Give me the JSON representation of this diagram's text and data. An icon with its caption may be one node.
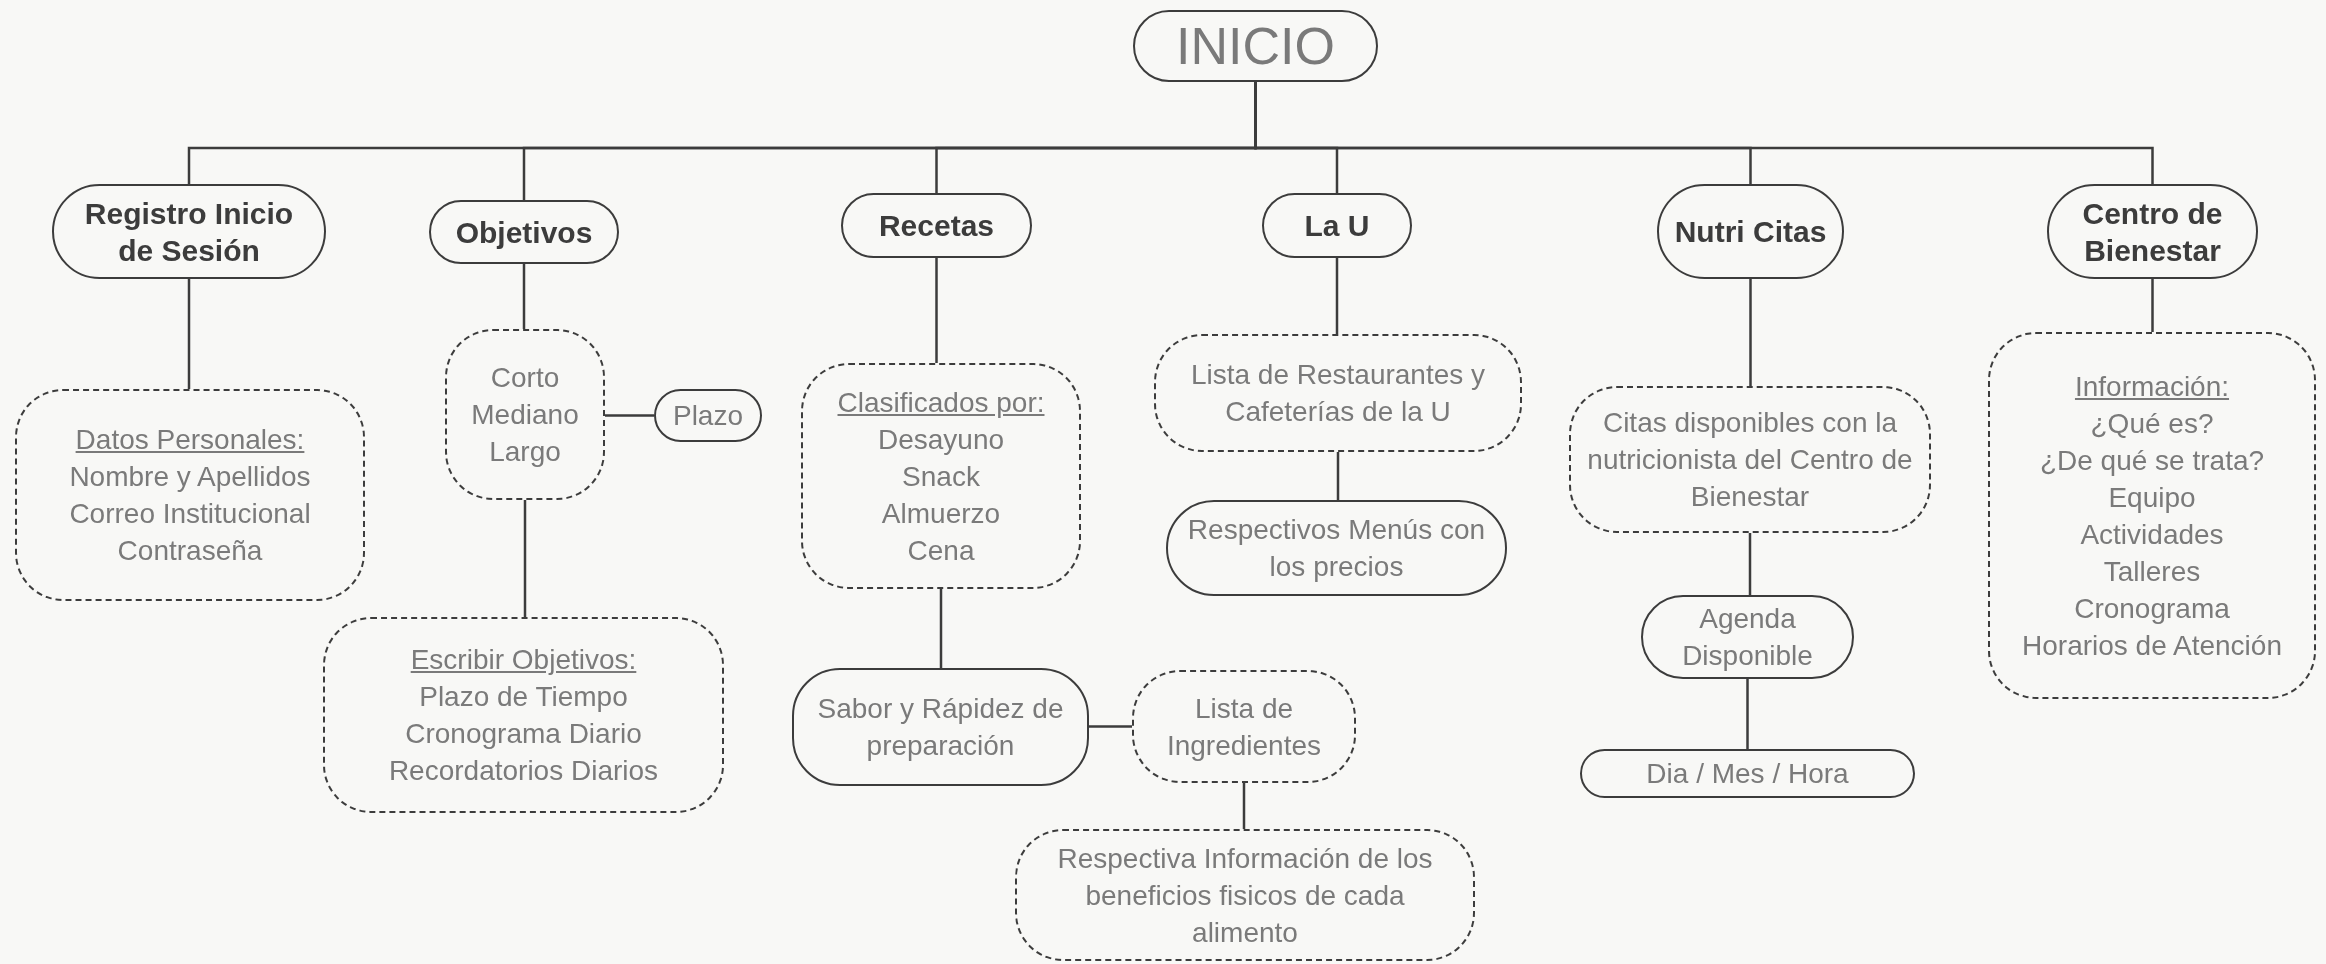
{
  "diagram": {
    "nodes": [
      {
        "text": [
          "INICIO"
        ]
      },
      {
        "text": [
          "Registro Inicio de Sesión"
        ]
      },
      {
        "text": [
          "Objetivos"
        ]
      },
      {
        "text": [
          "Recetas"
        ]
      },
      {
        "text": [
          "La U"
        ]
      },
      {
        "text": [
          "Nutri Citas"
        ]
      },
      {
        "text": [
          "Centro de Bienestar"
        ]
      },
      {
        "text": [
          "Datos Personales:",
          "Nombre y Apellidos",
          "Correo Institucional",
          "Contraseña"
        ]
      },
      {
        "text": [
          "Corto",
          "Mediano",
          "Largo"
        ]
      },
      {
        "text": [
          "Plazo"
        ]
      },
      {
        "text": [
          "Escribir Objetivos:",
          "Plazo de Tiempo",
          "Cronograma Diario",
          "Recordatorios Diarios"
        ]
      },
      {
        "text": [
          "Clasificados por:",
          "Desayuno",
          "Snack",
          "Almuerzo",
          "Cena"
        ]
      },
      {
        "text": [
          "Sabor y Rápidez de preparación"
        ]
      },
      {
        "text": [
          "Lista de Ingredientes"
        ]
      },
      {
        "text": [
          "Respectiva Información de los beneficios fisicos de cada alimento"
        ]
      },
      {
        "text": [
          "Lista de Restaurantes y Cafeterías de la U"
        ]
      },
      {
        "text": [
          "Respectivos Menús con los precios"
        ]
      },
      {
        "text": [
          "Citas disponibles con la nutricionista del Centro de Bienestar"
        ]
      },
      {
        "text": [
          "Agenda Disponible"
        ]
      },
      {
        "text": [
          "Dia / Mes / Hora"
        ]
      },
      {
        "text": [
          "Información:",
          "¿Qué es?",
          "¿De qué se trata?",
          "Equipo",
          "Actividades",
          "Talleres",
          "Cronograma",
          "Horarios de Atención"
        ]
      }
    ],
    "edges": [
      {
        "from": 0,
        "to": 1,
        "arrow": "none"
      },
      {
        "from": 0,
        "to": 2,
        "arrow": "none"
      },
      {
        "from": 0,
        "to": 3,
        "arrow": "none"
      },
      {
        "from": 0,
        "to": 4,
        "arrow": "none"
      },
      {
        "from": 0,
        "to": 5,
        "arrow": "none"
      },
      {
        "from": 0,
        "to": 6,
        "arrow": "none"
      },
      {
        "from": 1,
        "to": 7,
        "arrow": "none"
      },
      {
        "from": 2,
        "to": 8,
        "arrow": "none"
      },
      {
        "from": 8,
        "to": 9,
        "arrow": "none"
      },
      {
        "from": 8,
        "to": 10,
        "arrow": "none"
      },
      {
        "from": 3,
        "to": 11,
        "arrow": "none"
      },
      {
        "from": 11,
        "to": 12,
        "arrow": "none"
      },
      {
        "from": 12,
        "to": 13,
        "arrow": "none"
      },
      {
        "from": 13,
        "to": 14,
        "arrow": "none"
      },
      {
        "from": 4,
        "to": 15,
        "arrow": "none"
      },
      {
        "from": 15,
        "to": 16,
        "arrow": "none"
      },
      {
        "from": 5,
        "to": 17,
        "arrow": "none"
      },
      {
        "from": 17,
        "to": 18,
        "arrow": "none"
      },
      {
        "from": 18,
        "to": 19,
        "arrow": "none"
      },
      {
        "from": 6,
        "to": 20,
        "arrow": "none"
      }
    ]
  }
}
